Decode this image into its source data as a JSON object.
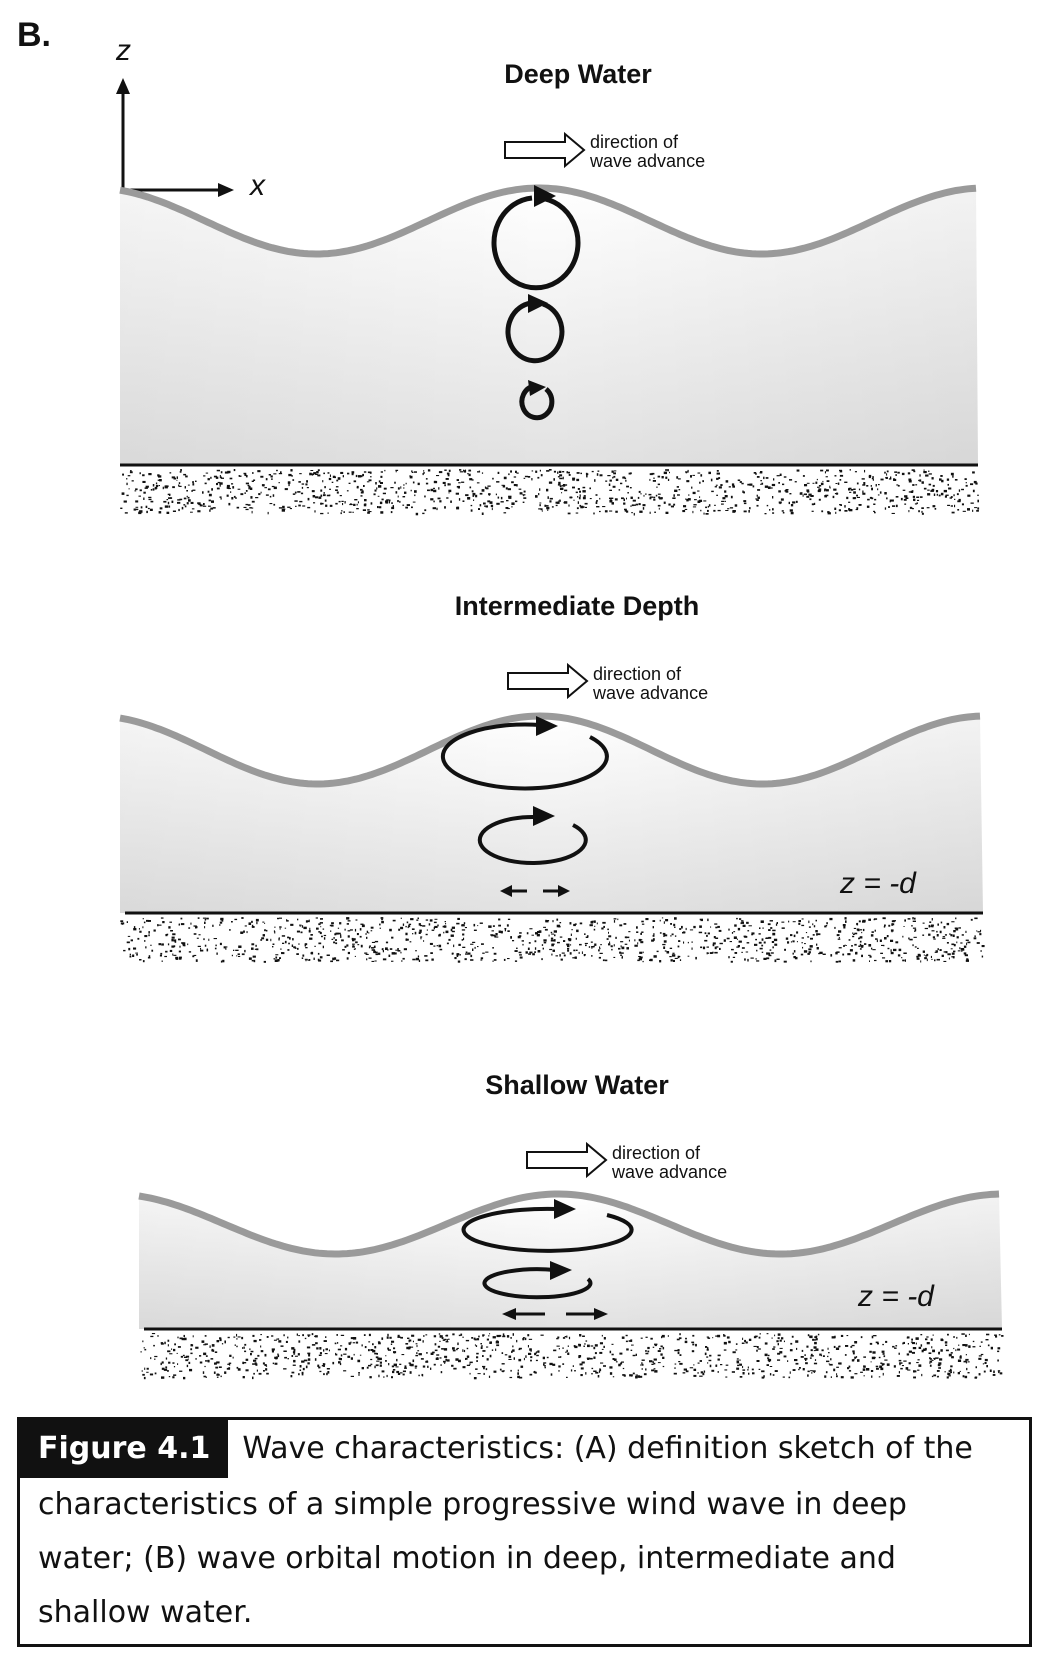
{
  "panel_letter": "B.",
  "axes": {
    "z_label": "z",
    "x_label": "x"
  },
  "panels": [
    {
      "title": "Deep Water",
      "note_line1": "direction of",
      "note_line2": "wave advance",
      "depth_label": ""
    },
    {
      "title": "Intermediate Depth",
      "note_line1": "direction of",
      "note_line2": "wave advance",
      "depth_label": "z = -d"
    },
    {
      "title": "Shallow Water",
      "note_line1": "direction of",
      "note_line2": "wave advance",
      "depth_label": "z = -d"
    }
  ],
  "caption": {
    "label": "Figure 4.1",
    "text": "Wave characteristics: (A) definition sketch of the characteristics of a simple progressive wind wave in deep water; (B) wave orbital motion in deep, intermediate and shallow water."
  },
  "colors": {
    "wave_line": "#9a9a9a",
    "ink": "#111111",
    "water_top": "#ffffff",
    "water_bottom": "#e4e4e4"
  }
}
